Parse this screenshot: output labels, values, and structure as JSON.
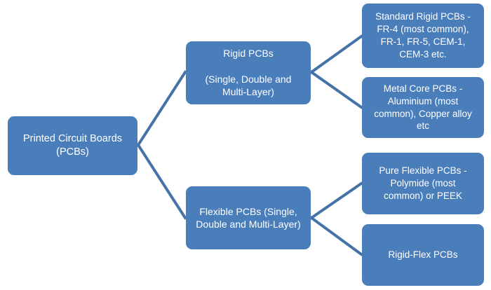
{
  "diagram": {
    "type": "tree-hierarchy",
    "title": "Printed Circuit Boards (PCBs) classification",
    "colors": {
      "node_fill": "#4A7EBB",
      "node_text": "#FFFFFF",
      "connector": "#4573A7",
      "background": "#FFFFFF"
    },
    "nodes": {
      "root": {
        "label": "Printed Circuit Boards\n(PCBs)",
        "level": 1
      },
      "rigid": {
        "label": "Rigid PCBs\n\n(Single, Double and\nMulti-Layer)",
        "level": 2
      },
      "flexible": {
        "label": "Flexible PCBs (Single,\nDouble and Multi-Layer)",
        "level": 2
      },
      "standard_rigid": {
        "label": "Standard Rigid PCBs -\nFR-4 (most common),\nFR-1, FR-5, CEM-1,\nCEM-3 etc.",
        "level": 3
      },
      "metal_core": {
        "label": "Metal Core PCBs -\nAluminium (most\ncommon), Copper alloy\netc",
        "level": 3
      },
      "pure_flexible": {
        "label": "Pure Flexible PCBs -\nPolymide (most\ncommon) or PEEK",
        "level": 3
      },
      "rigid_flex": {
        "label": "Rigid-Flex PCBs",
        "level": 3
      }
    },
    "edges": [
      {
        "from": "root",
        "to": "rigid"
      },
      {
        "from": "root",
        "to": "flexible"
      },
      {
        "from": "rigid",
        "to": "standard_rigid"
      },
      {
        "from": "rigid",
        "to": "metal_core"
      },
      {
        "from": "flexible",
        "to": "pure_flexible"
      },
      {
        "from": "flexible",
        "to": "rigid_flex"
      }
    ]
  }
}
